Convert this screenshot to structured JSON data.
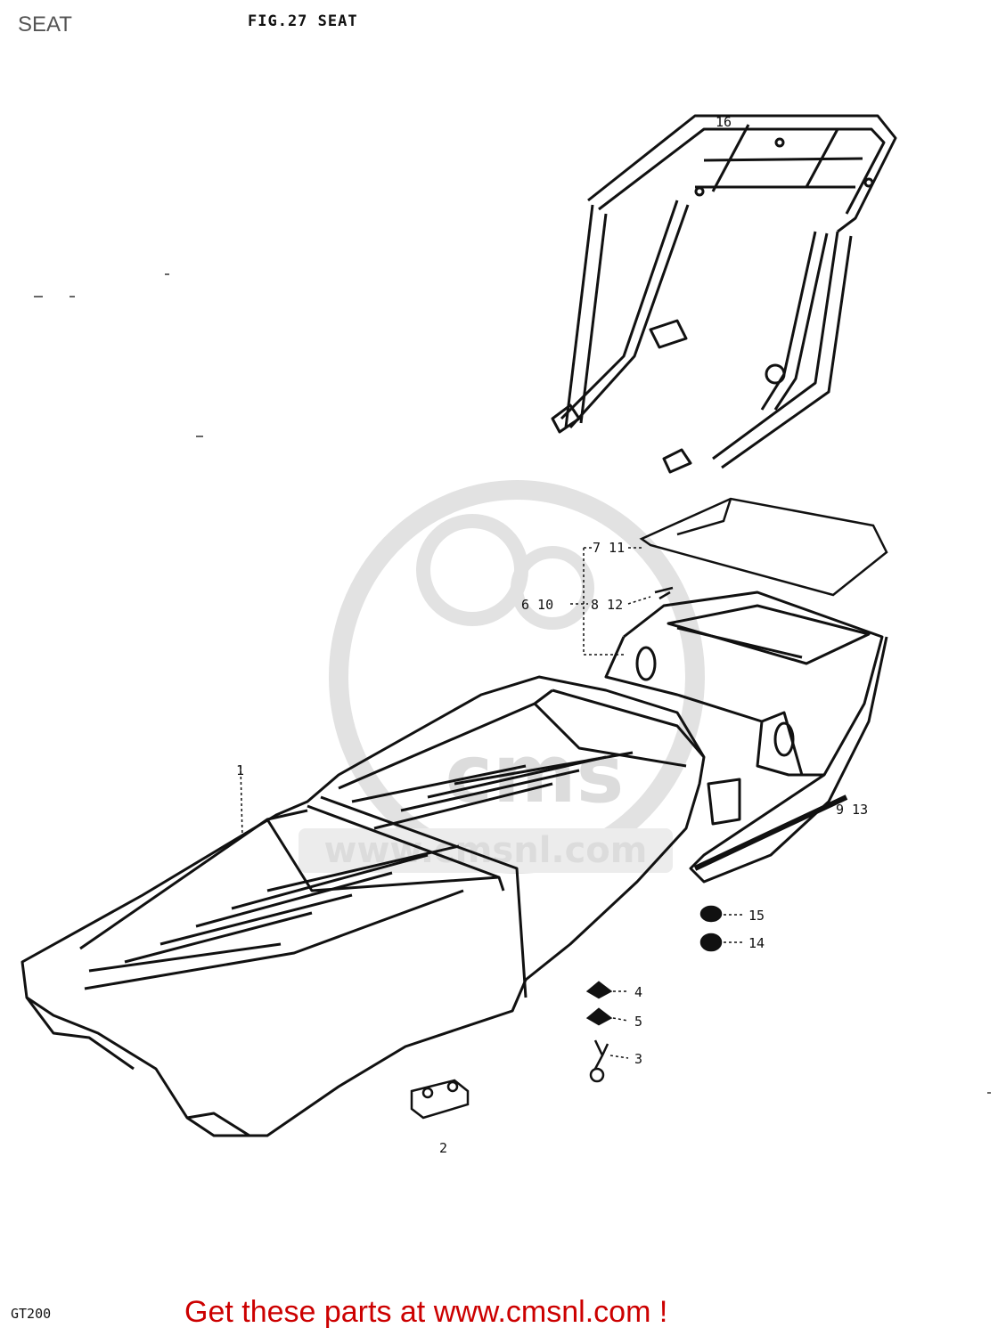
{
  "page": {
    "title": "SEAT",
    "figure_title": "FIG.27  SEAT",
    "model_code": "GT200",
    "cta": "Get these parts at www.cmsnl.com !"
  },
  "callouts": {
    "c16": "16",
    "c7_11": "7 11",
    "c6_10": "6 10",
    "c8_12": "8 12",
    "c1": "1",
    "c9_13": "9 13",
    "c15": "15",
    "c14": "14",
    "c4": "4",
    "c5": "5",
    "c3": "3",
    "c2": "2"
  },
  "watermark": {
    "text": "www.cmsnl.com"
  },
  "colors": {
    "cta": "#cc0000",
    "watermark": "#dcdcdc",
    "line": "#111111"
  }
}
